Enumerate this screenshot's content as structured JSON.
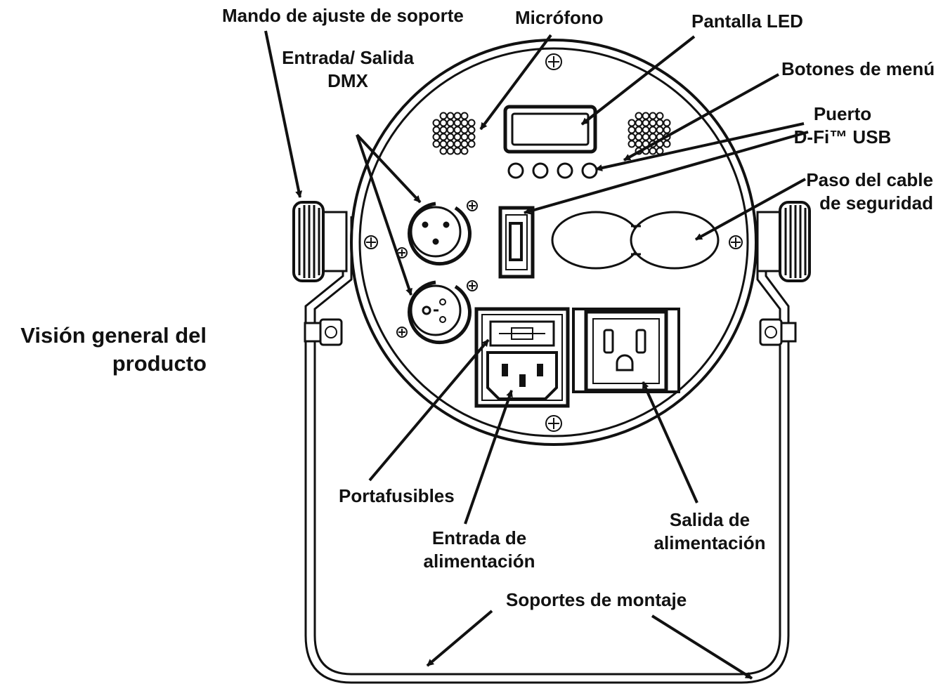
{
  "title": [
    "Visión general del",
    "producto"
  ],
  "labels": {
    "mando": "Mando de ajuste de soporte",
    "microfono": "Micrófono",
    "pantalla": "Pantalla LED",
    "dmx": [
      "Entrada/ Salida",
      "DMX"
    ],
    "botones": "Botones de menú",
    "usb": [
      "Puerto",
      "D-Fi™ USB"
    ],
    "cable": [
      "Paso del cable",
      "de seguridad"
    ],
    "portafusibles": "Portafusibles",
    "entrada": [
      "Entrada de",
      "alimentación"
    ],
    "salida": [
      "Salida de",
      "alimentación"
    ],
    "soportes": "Soportes de montaje"
  },
  "colors": {
    "ink": "#111111",
    "background": "#ffffff"
  }
}
